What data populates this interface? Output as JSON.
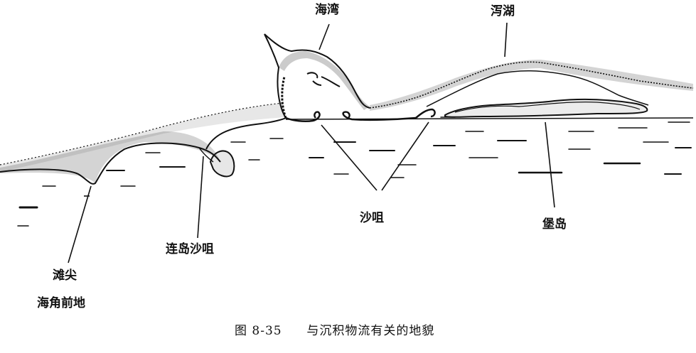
{
  "labels": {
    "bay": "海湾",
    "lagoon": "泻湖",
    "spit": "沙咀",
    "barrier_island": "堡岛",
    "tombolo": "连岛沙咀",
    "cuspate_foreland_1": "滩尖",
    "cuspate_foreland_2": "海角前地"
  },
  "caption": {
    "number": "图 8-35",
    "title": "与沉积物流有关的地貌"
  },
  "colors": {
    "ink": "#111111",
    "paper": "#ffffff"
  }
}
